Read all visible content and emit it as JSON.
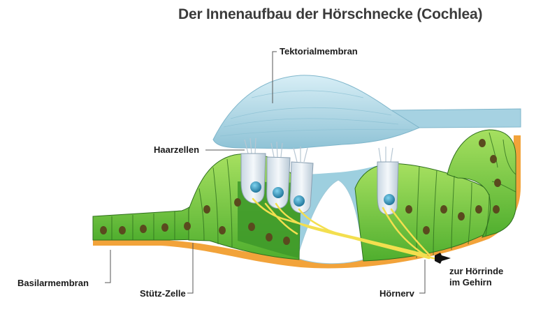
{
  "title": "Der Innenaufbau der Hörschnecke (Cochlea)",
  "labels": {
    "tektorialmembran": "Tektorialmembran",
    "haarzellen": "Haarzellen",
    "basilarmembran": "Basilarmembran",
    "stuetz_zelle": "Stütz-Zelle",
    "hoernerv": "Hörnerv",
    "ziel_line1": "zur Hörrinde",
    "ziel_line2": "im Gehirn"
  },
  "colors": {
    "tectorial": "#aad3e2",
    "support_cell_light": "#8fd444",
    "support_cell_dark": "#3f9a2a",
    "hair_cell": "#e6eef5",
    "nucleus": "#2a8fb5",
    "basilar_membrane": "#f2a33a",
    "nerve": "#f3df4f",
    "leader_line": "#555555"
  }
}
